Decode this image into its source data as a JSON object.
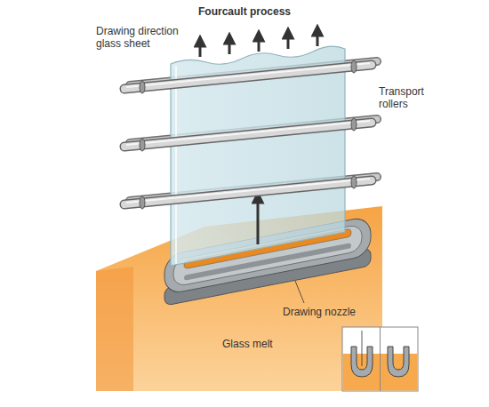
{
  "diagram": {
    "title": "Fourcault process",
    "labels": [
      "Drawing direction glass sheet",
      "Transport rollers",
      "Drawing nozzle",
      "Glass melt"
    ]
  }
}
